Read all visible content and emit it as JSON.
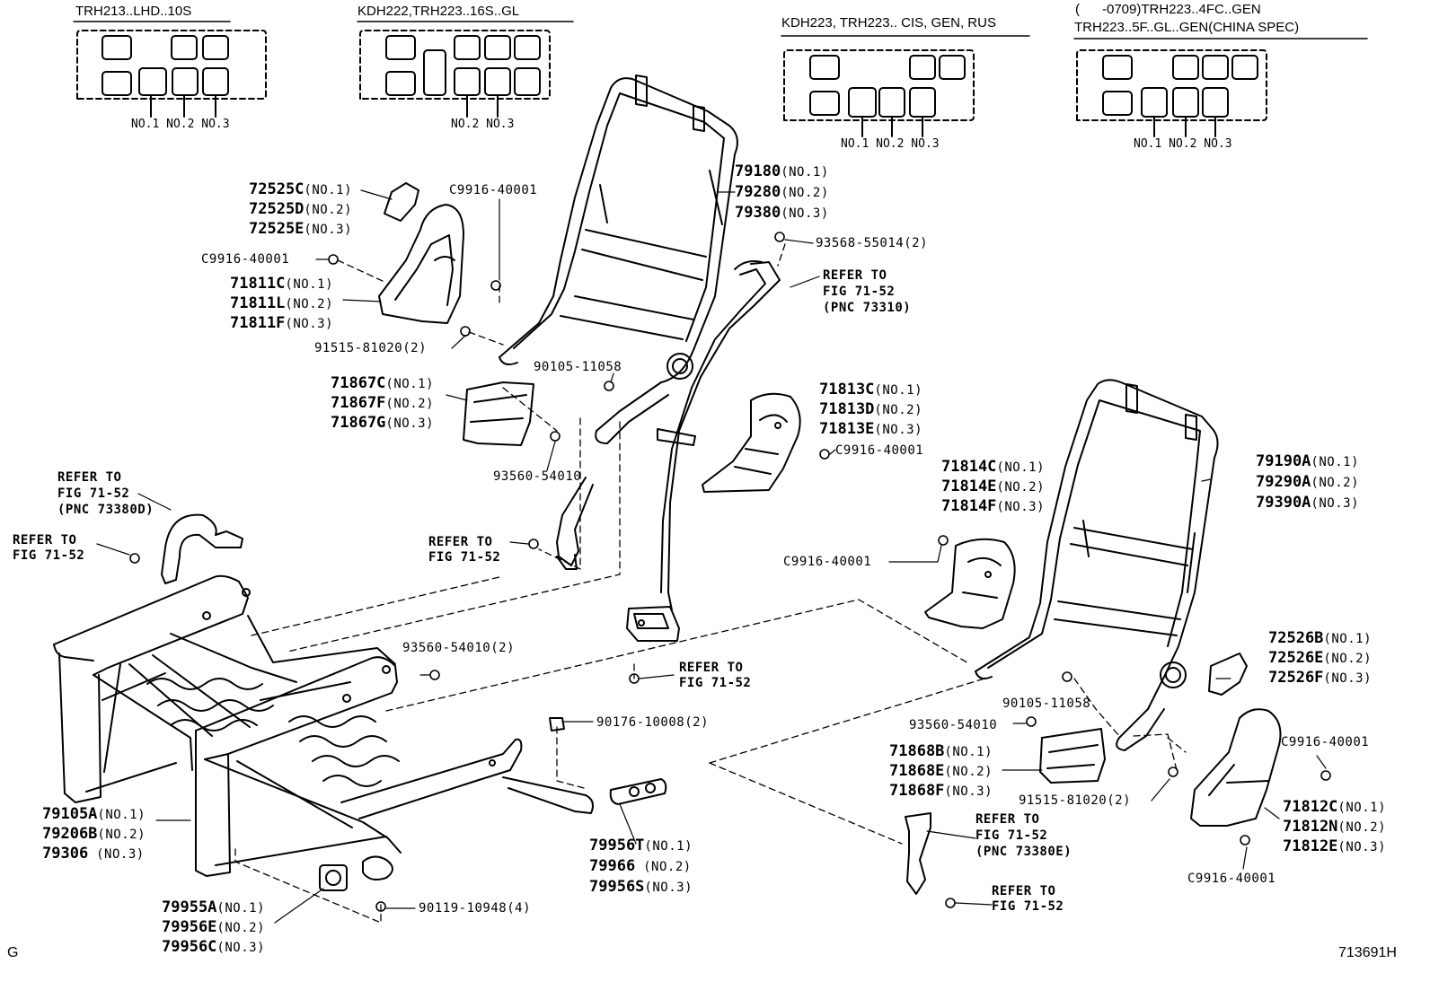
{
  "config_headers": {
    "h1": "TRH213..LHD..10S",
    "h2": "KDH222,TRH223..16S..GL",
    "h3": "KDH223, TRH223.. CIS, GEN, RUS",
    "h4a": "(      -0709)TRH223..4FC..GEN",
    "h4b": "TRH223..5F..GL..GEN(CHINA SPEC)"
  },
  "seat_numbers": {
    "g1": "NO.1 NO.2 NO.3",
    "g2": "NO.2 NO.3",
    "g3": "NO.1 NO.2 NO.3",
    "g4": "NO.1 NO.2 NO.3"
  },
  "labels": {
    "l72525c": "72525C",
    "l72525c_s": "(NO.1)",
    "l72525d": "72525D",
    "l72525d_s": "(NO.2)",
    "l72525e": "72525E",
    "l72525e_s": "(NO.3)",
    "c9916_a": "C9916-40001",
    "c9916_b": "C9916-40001",
    "l71811c": "71811C",
    "l71811c_s": "(NO.1)",
    "l71811l": "71811L",
    "l71811l_s": "(NO.2)",
    "l71811f": "71811F",
    "l71811f_s": "(NO.3)",
    "p91515_a": "91515-81020(2)",
    "p90105_a": "90105-11058",
    "l71867c": "71867C",
    "l71867c_s": "(NO.1)",
    "l71867f": "71867F",
    "l71867f_s": "(NO.2)",
    "l71867g": "71867G",
    "l71867g_s": "(NO.3)",
    "p93560_a": "93560-54010",
    "l79180": "79180",
    "l79180_s": "(NO.1)",
    "l79280": "79280",
    "l79280_s": "(NO.2)",
    "l79380": "79380",
    "l79380_s": "(NO.3)",
    "p93568": "93568-55014(2)",
    "ref1_a": "REFER TO",
    "ref1_b": "FIG 71-52",
    "ref1_c": "(PNC 73310)",
    "l71813c": "71813C",
    "l71813c_s": "(NO.1)",
    "l71813d": "71813D",
    "l71813d_s": "(NO.2)",
    "l71813e": "71813E",
    "l71813e_s": "(NO.3)",
    "c9916_c": "C9916-40001",
    "ref2_a": "REFER TO",
    "ref2_b": "FIG 71-52",
    "ref2_c": "(PNC 73380D)",
    "ref3_a": "REFER TO",
    "ref3_b": "FIG 71-52",
    "ref4_a": "REFER TO",
    "ref4_b": "FIG 71-52",
    "p93560_b": "93560-54010(2)",
    "ref5_a": "REFER TO",
    "ref5_b": "FIG 71-52",
    "p90176": "90176-10008(2)",
    "l79105a": "79105A",
    "l79105a_s": "(NO.1)",
    "l79206b": "79206B",
    "l79206b_s": "(NO.2)",
    "l79306": "79306",
    "l79306_s": " (NO.3)",
    "l79956t": "79956T",
    "l79956t_s": "(NO.1)",
    "l79966": "79966",
    "l79966_s": " (NO.2)",
    "l79956s": "79956S",
    "l79956s_s": "(NO.3)",
    "l79955a": "79955A",
    "l79955a_s": "(NO.1)",
    "l79956e": "79956E",
    "l79956e_s": "(NO.2)",
    "l79956c": "79956C",
    "l79956c_s": "(NO.3)",
    "p90119": "90119-10948(4)",
    "l71814c": "71814C",
    "l71814c_s": "(NO.1)",
    "l71814e": "71814E",
    "l71814e_s": "(NO.2)",
    "l71814f": "71814F",
    "l71814f_s": "(NO.3)",
    "c9916_d": "C9916-40001",
    "l79190a": "79190A",
    "l79190a_s": "(NO.1)",
    "l79290a": "79290A",
    "l79290a_s": "(NO.2)",
    "l79390a": "79390A",
    "l79390a_s": "(NO.3)",
    "l72526b": "72526B",
    "l72526b_s": "(NO.1)",
    "l72526e": "72526E",
    "l72526e_s": "(NO.2)",
    "l72526f": "72526F",
    "l72526f_s": "(NO.3)",
    "p90105_b": "90105-11058",
    "p93560_c": "93560-54010",
    "c9916_e": "C9916-40001",
    "l71868b": "71868B",
    "l71868b_s": "(NO.1)",
    "l71868e": "71868E",
    "l71868e_s": "(NO.2)",
    "l71868f": "71868F",
    "l71868f_s": "(NO.3)",
    "p91515_b": "91515-81020(2)",
    "l71812c": "71812C",
    "l71812c_s": "(NO.1)",
    "l71812n": "71812N",
    "l71812n_s": "(NO.2)",
    "l71812e": "71812E",
    "l71812e_s": "(NO.3)",
    "ref6_a": "REFER TO",
    "ref6_b": "FIG 71-52",
    "ref6_c": "(PNC 73380E)",
    "ref7_a": "REFER TO",
    "ref7_b": "FIG 71-52",
    "c9916_f": "C9916-40001"
  },
  "corner_left": "G",
  "corner_right": "713691H"
}
